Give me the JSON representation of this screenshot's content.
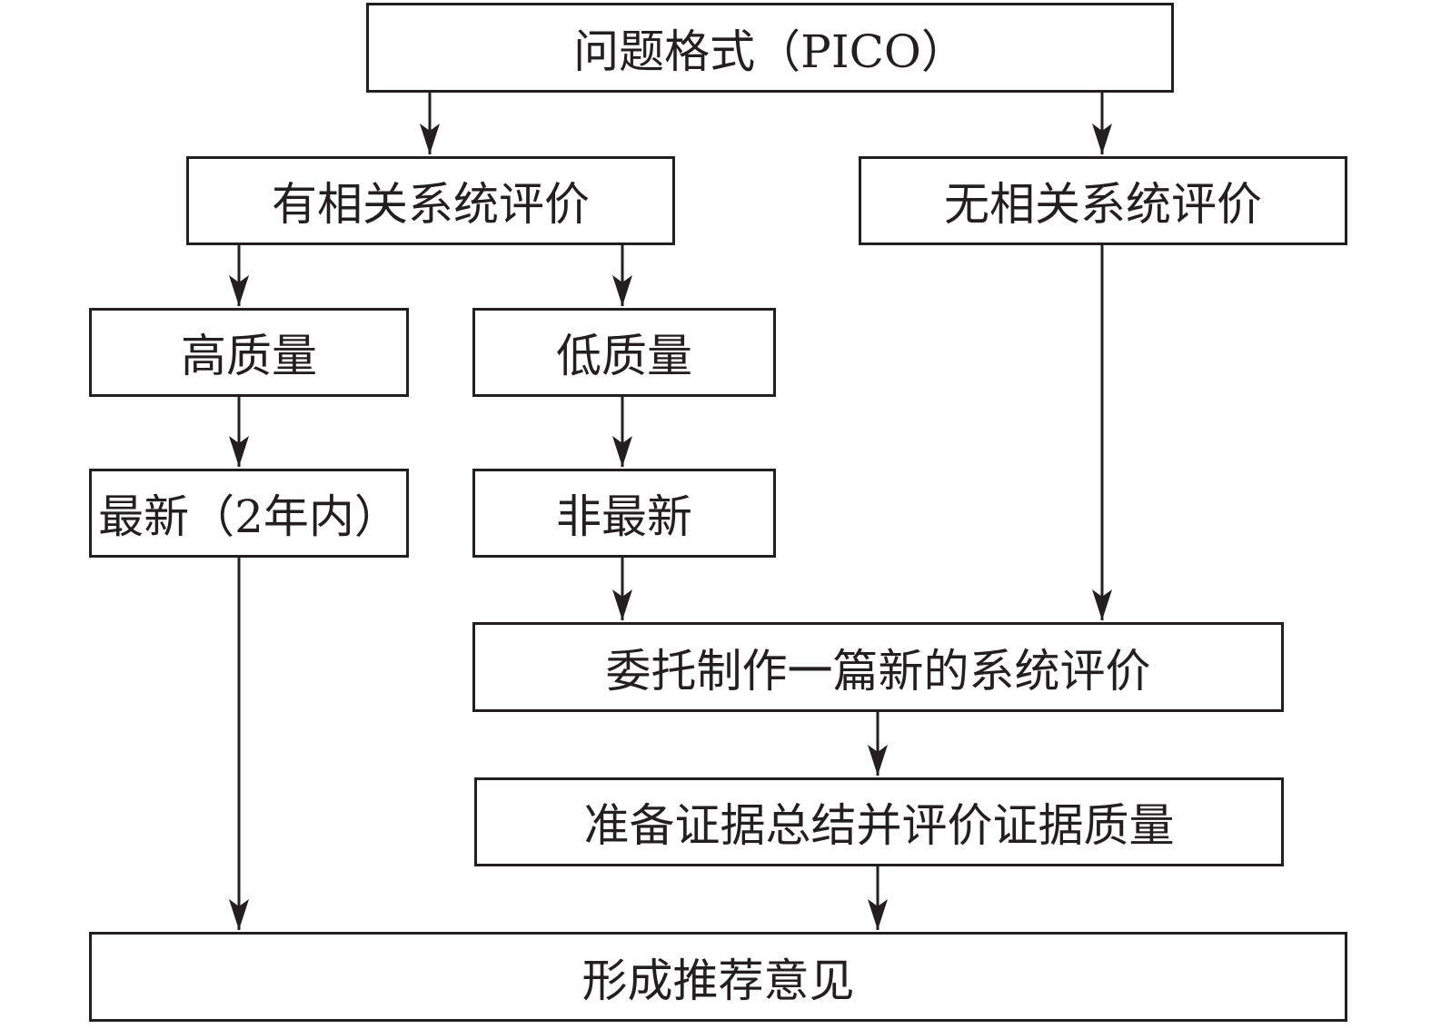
{
  "diagram": {
    "nodes": {
      "pico": "问题格式（PICO）",
      "has_review": "有相关系统评价",
      "no_review": "无相关系统评价",
      "high_quality": "高质量",
      "low_quality": "低质量",
      "recent": "最新（2年内）",
      "not_recent": "非最新",
      "commission": "委托制作一篇新的系统评价",
      "prepare": "准备证据总结并评价证据质量",
      "recommend": "形成推荐意见"
    },
    "edges": [
      [
        "pico",
        "has_review"
      ],
      [
        "pico",
        "no_review"
      ],
      [
        "has_review",
        "high_quality"
      ],
      [
        "has_review",
        "low_quality"
      ],
      [
        "high_quality",
        "recent"
      ],
      [
        "low_quality",
        "not_recent"
      ],
      [
        "not_recent",
        "commission"
      ],
      [
        "no_review",
        "commission"
      ],
      [
        "commission",
        "prepare"
      ],
      [
        "recent",
        "recommend"
      ],
      [
        "prepare",
        "recommend"
      ]
    ],
    "colors": {
      "line": "#231f20",
      "background": "#ffffff"
    }
  }
}
